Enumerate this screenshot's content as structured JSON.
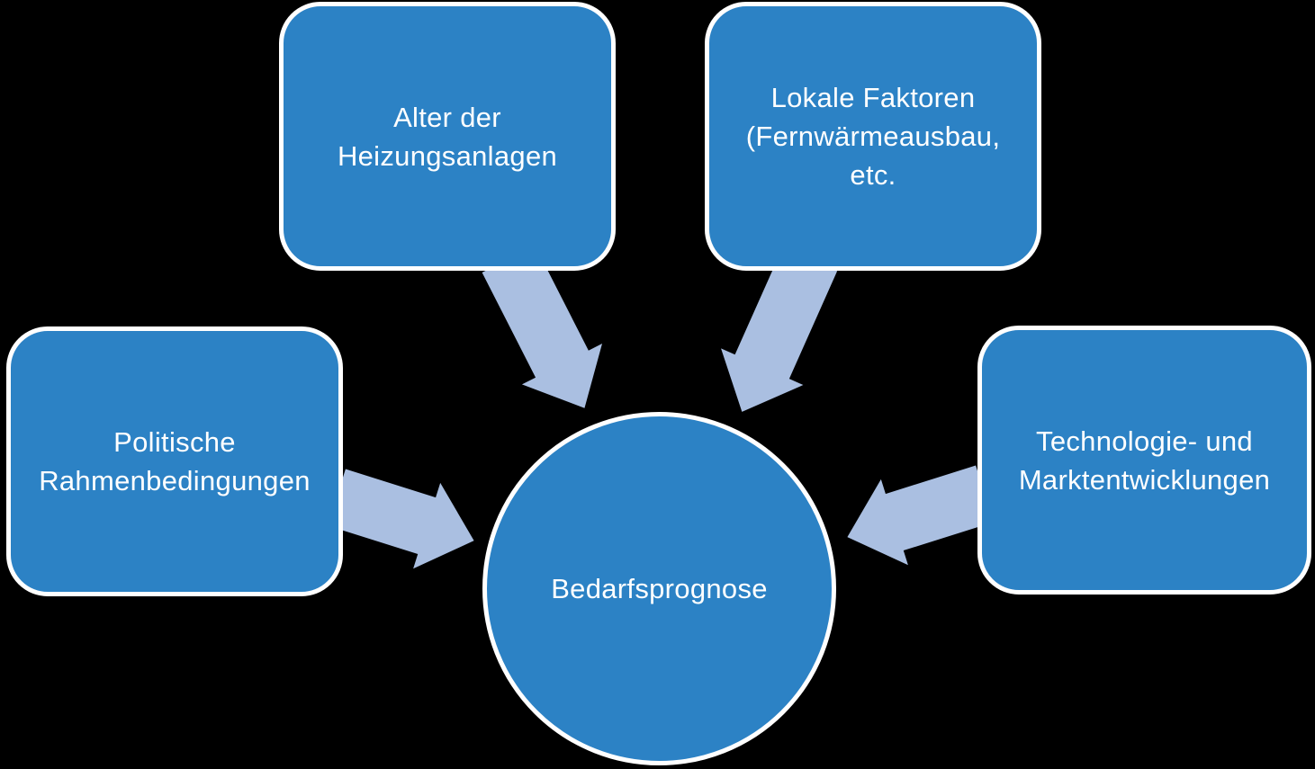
{
  "colors": {
    "background": "#000000",
    "node_fill": "#2C82C5",
    "node_border": "#FFFFFF",
    "arrow_fill": "#AABFE1",
    "text_color": "#FFFFFF"
  },
  "diagram": {
    "type": "converging-factors",
    "center": {
      "label": "Bedarfsprognose"
    },
    "factors": [
      {
        "id": "alter",
        "lines": [
          "Alter der",
          "Heizungsanlagen"
        ]
      },
      {
        "id": "lokale",
        "lines": [
          "Lokale Faktoren",
          "(Fernwärmeausbau,",
          "etc."
        ]
      },
      {
        "id": "politische",
        "lines": [
          "Politische",
          "Rahmenbedingungen"
        ]
      },
      {
        "id": "technologie",
        "lines": [
          "Technologie- und",
          "Marktentwicklungen"
        ]
      }
    ]
  }
}
